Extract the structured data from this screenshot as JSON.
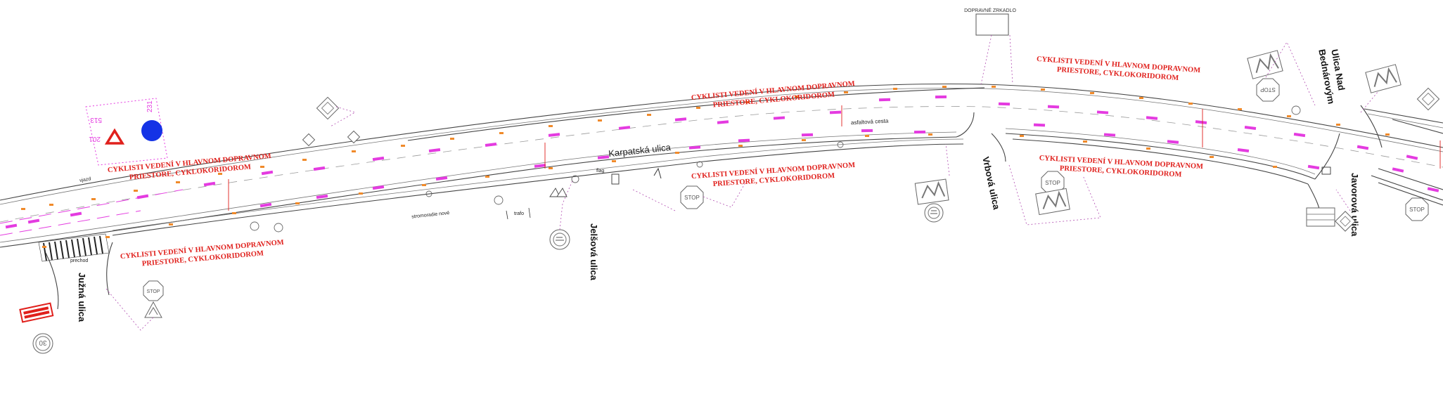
{
  "labels": {
    "mirror": "DOPRAVNÉ ZRKADLO",
    "cyclist_note_line1": "CYKLISTI VEDENÍ V HLAVNOM DOPRAVNOM",
    "cyclist_note_line2": "PRIESTORE, CYKLOKORIDOROM",
    "karpatska": "Karpatská ulica",
    "asfaltova": "asfaltová cesta",
    "jelsova": "Jelšová ulica",
    "vrbova": "Vrbová ulica",
    "javorova": "Javorová ulica",
    "juzna": "Južná ulica",
    "nad_bednarovym_1": "Ulica Nad",
    "nad_bednarovym_2": "Bednárovým",
    "stromoradie": "stromoradie nové",
    "trafo": "trafo",
    "vjazd": "vjazd",
    "prechod": "prechod",
    "stop": "STOP",
    "limit_30": "30",
    "sign_201": "201",
    "sign_513": "513",
    "sign_231": "231",
    "flag": "flag"
  },
  "colors": {
    "note_red": "#e0201c",
    "marking_magenta": "#e43be0",
    "detail_orange": "#f08a2a",
    "sign_blue": "#1433e6",
    "road_line": "#444444"
  }
}
